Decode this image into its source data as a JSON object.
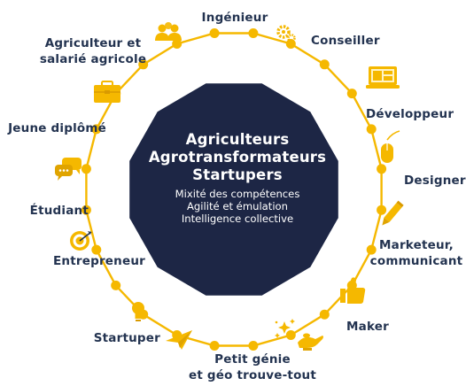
{
  "hub": {
    "titles": [
      "Agriculteurs",
      "Agrotransformateurs",
      "Startupers"
    ],
    "subtitles": [
      "Mixité des compétences",
      "Agilité et émulation",
      "Intelligence collective"
    ]
  },
  "colors": {
    "hub_fill": "#1d2645",
    "ring": "#f5b800",
    "label": "#233350",
    "accent": "#f5b800"
  },
  "profiles": [
    {
      "name": "ingenieur",
      "icon": "gears-icon",
      "lines": [
        "Ingénieur"
      ]
    },
    {
      "name": "conseiller",
      "icon": "laptop-icon",
      "lines": [
        "Conseiller"
      ]
    },
    {
      "name": "developpeur",
      "icon": "mouse-icon",
      "lines": [
        "Développeur"
      ]
    },
    {
      "name": "designer",
      "icon": "pencil-icon",
      "lines": [
        "Designer"
      ]
    },
    {
      "name": "marketeur",
      "icon": "thumbs-up-icon",
      "lines": [
        "Marketeur,",
        "communicant"
      ]
    },
    {
      "name": "maker",
      "icon": "magic-lamp-icon",
      "lines": [
        "Maker"
      ]
    },
    {
      "name": "petit-genie",
      "icon": "sparkles-icon",
      "lines": [
        "Petit génie",
        "et géo trouve-tout"
      ]
    },
    {
      "name": "startuper",
      "icon": "paper-plane-icon",
      "lines": [
        "Startuper"
      ]
    },
    {
      "name": "entrepreneur",
      "icon": "lightbulb-icon",
      "lines": [
        "Entrepreneur"
      ]
    },
    {
      "name": "etudiant",
      "icon": "target-icon",
      "lines": [
        "Étudiant"
      ]
    },
    {
      "name": "jeune-diplome",
      "icon": "chat-bubbles-icon",
      "lines": [
        "Jeune diplômé"
      ]
    },
    {
      "name": "agriculteur",
      "icon": "briefcase-icon",
      "lines": [
        "Agriculteur et",
        "salarié agricole"
      ]
    },
    {
      "name": "group",
      "icon": "people-icon",
      "lines": []
    }
  ]
}
